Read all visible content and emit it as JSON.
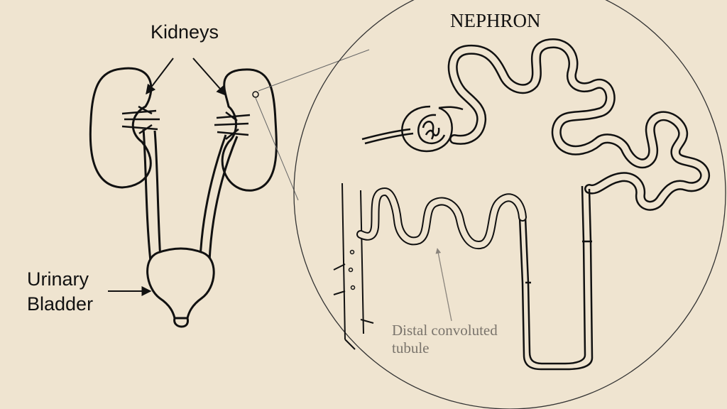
{
  "labels": {
    "kidneys": "Kidneys",
    "bladder_line1": "Urinary",
    "bladder_line2": "Bladder",
    "nephron": "NEPHRON",
    "distal_line1": "Distal convoluted",
    "distal_line2": "tubule"
  },
  "colors": {
    "background": "#efe4d0",
    "ink": "#111111",
    "annotation": "#7a746c",
    "tubule_fill": "#efe4d0"
  }
}
